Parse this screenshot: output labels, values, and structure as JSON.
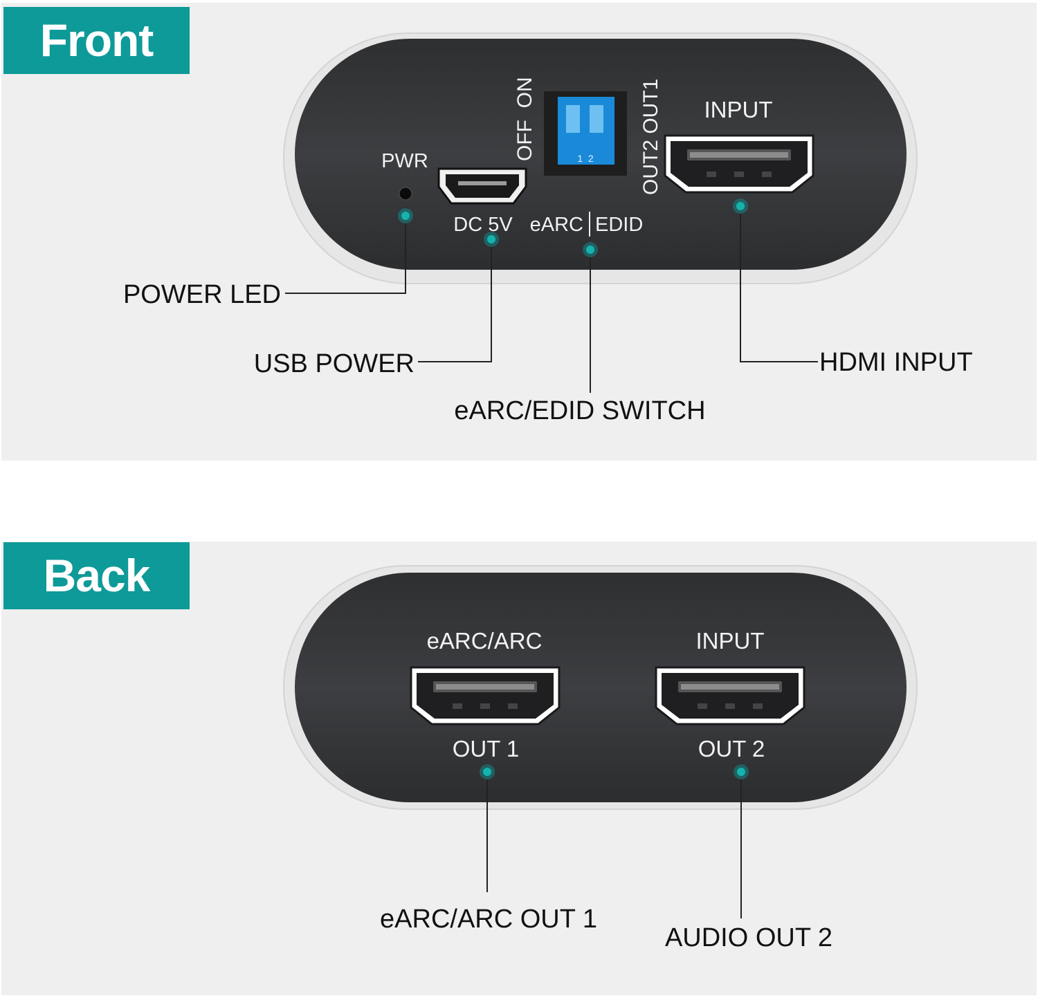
{
  "front": {
    "badge": "Front",
    "device_labels": {
      "pwr": "PWR",
      "off_on": "OFF  ON",
      "out_switch": "OUT2 OUT1",
      "dip_numbers": "1  2",
      "input": "INPUT",
      "dc5v": "DC 5V",
      "earc": "eARC",
      "edid": "EDID"
    },
    "callouts": {
      "power_led": "POWER LED",
      "usb_power": "USB POWER",
      "earc_edid_switch": "eARC/EDID SWITCH",
      "hdmi_input": "HDMI INPUT"
    }
  },
  "back": {
    "badge": "Back",
    "device_labels": {
      "earc_arc": "eARC/ARC",
      "input": "INPUT",
      "out1": "OUT 1",
      "out2": "OUT 2"
    },
    "callouts": {
      "earc_arc_out1": "eARC/ARC OUT 1",
      "audio_out2": "AUDIO OUT 2"
    }
  },
  "colors": {
    "accent_teal": "#0e9a98",
    "device_body": "#3a3b3d",
    "device_shell": "#e4e4e4",
    "dip_switch": "#1c86d6",
    "background": "#efefef"
  },
  "icons": [
    "hdmi-port-icon",
    "micro-usb-port-icon",
    "dip-switch-icon",
    "led-indicator-icon"
  ]
}
